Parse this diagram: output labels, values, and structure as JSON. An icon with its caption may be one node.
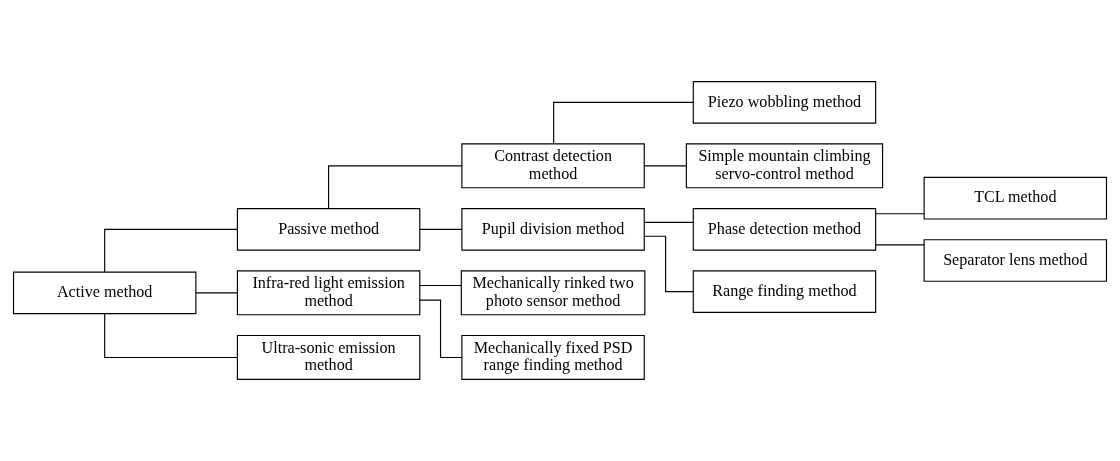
{
  "diagram": {
    "nodes": [
      {
        "text": [
          "Active method"
        ]
      },
      {
        "text": [
          "Passive method"
        ]
      },
      {
        "text": [
          "Infra-red light emission method"
        ]
      },
      {
        "text": [
          "Ultra-sonic emission method"
        ]
      },
      {
        "text": [
          "Mechanically rinked two photo sensor method"
        ]
      },
      {
        "text": [
          "Mechanically fixed PSD range finding method"
        ]
      },
      {
        "text": [
          "Contrast detection method"
        ]
      },
      {
        "text": [
          "Pupil division method"
        ]
      },
      {
        "text": [
          "Piezo wobbling method"
        ]
      },
      {
        "text": [
          "Simple mountain climbing servo-control method"
        ]
      },
      {
        "text": [
          "Phase detection method"
        ]
      },
      {
        "text": [
          "Range finding method"
        ]
      },
      {
        "text": [
          "TCL method"
        ]
      },
      {
        "text": [
          "Separator lens method"
        ]
      }
    ],
    "edges": [
      {
        "from": 0,
        "to": 1,
        "arrow": "none"
      },
      {
        "from": 0,
        "to": 2,
        "arrow": "none"
      },
      {
        "from": 0,
        "to": 3,
        "arrow": "none"
      },
      {
        "from": 2,
        "to": 4,
        "arrow": "none"
      },
      {
        "from": 2,
        "to": 5,
        "arrow": "none"
      },
      {
        "from": 1,
        "to": 6,
        "arrow": "none"
      },
      {
        "from": 1,
        "to": 7,
        "arrow": "none"
      },
      {
        "from": 6,
        "to": 8,
        "arrow": "none"
      },
      {
        "from": 6,
        "to": 9,
        "arrow": "none"
      },
      {
        "from": 7,
        "to": 10,
        "arrow": "none"
      },
      {
        "from": 7,
        "to": 11,
        "arrow": "none"
      },
      {
        "from": 10,
        "to": 12,
        "arrow": "none"
      },
      {
        "from": 10,
        "to": 13,
        "arrow": "none"
      }
    ]
  }
}
